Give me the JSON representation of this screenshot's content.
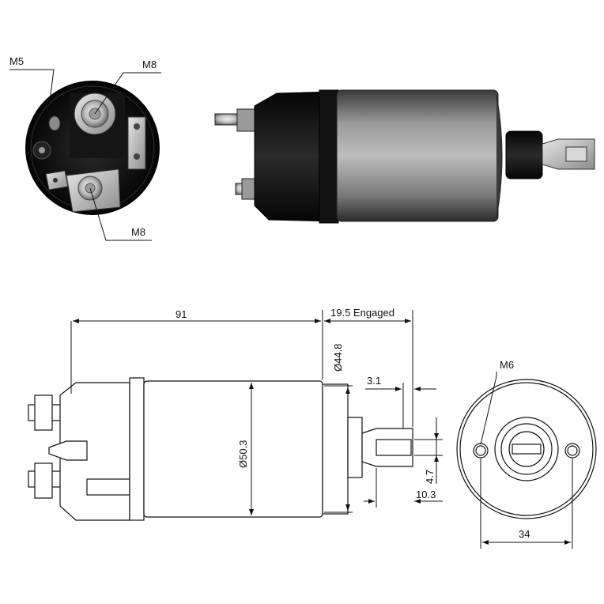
{
  "photo_labels": {
    "m5": "M5",
    "m8_top": "M8",
    "m8_bottom": "M8"
  },
  "dimensions": {
    "length": "91",
    "engaged": "19.5 Engaged",
    "dia_44_8": "Ø44.8",
    "dia_50_3": "Ø50.3",
    "d_3_1": "3.1",
    "d_4_7": "4.7",
    "d_10_3": "10.3",
    "thread_m6": "M6",
    "bolt_spacing": "34"
  },
  "colors": {
    "ink": "#111111",
    "metal_dark": "#1a1a1a",
    "metal_body": "#8a8a8a"
  }
}
